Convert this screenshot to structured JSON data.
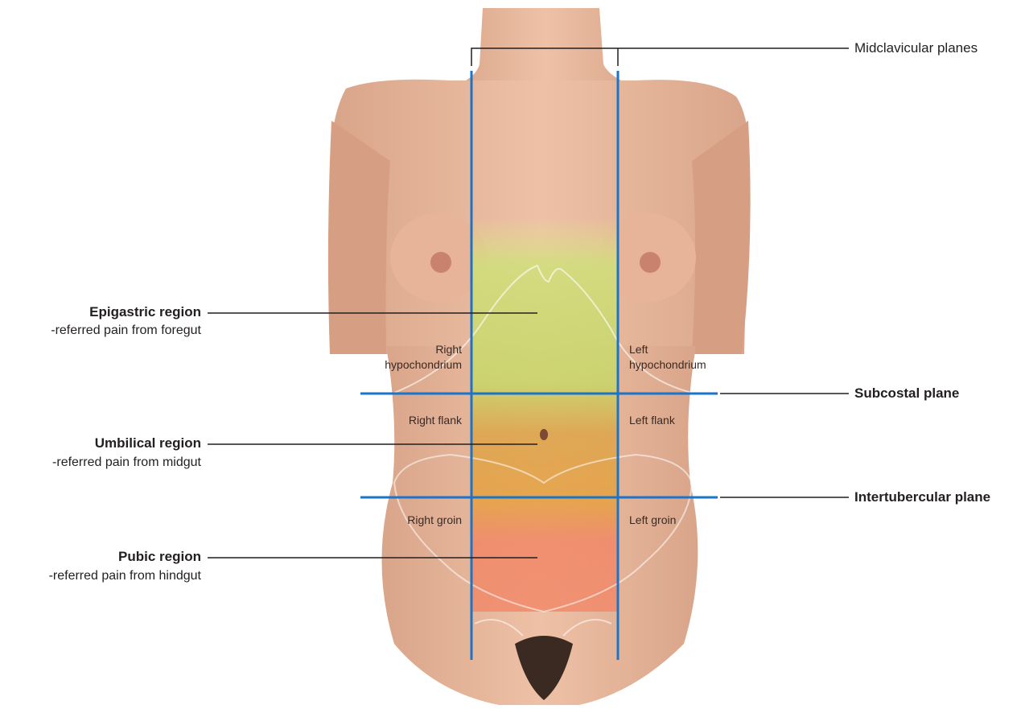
{
  "labels": {
    "midclavicular": "Midclavicular planes",
    "subcostal": "Subcostal plane",
    "intertubercular": "Intertubercular plane",
    "epigastric_title": "Epigastric region",
    "epigastric_sub": "-referred pain from foregut",
    "umbilical_title": "Umbilical region",
    "umbilical_sub": "-referred pain from midgut",
    "pubic_title": "Pubic region",
    "pubic_sub": "-referred pain from hindgut",
    "right_hypo_1": "Right",
    "right_hypo_2": "hypochondrium",
    "left_hypo_1": "Left",
    "left_hypo_2": "hypochondrium",
    "right_flank": "Right flank",
    "left_flank": "Left flank",
    "right_groin": "Right groin",
    "left_groin": "Left groin"
  },
  "colors": {
    "skin": "#e8b79c",
    "skin_shadow": "#d39a7e",
    "epigastric": "#cfe07a",
    "umbilical": "#e7a24a",
    "pubic": "#f08a6a",
    "plane_line": "#1a74c9",
    "leader_line": "#231f20"
  }
}
